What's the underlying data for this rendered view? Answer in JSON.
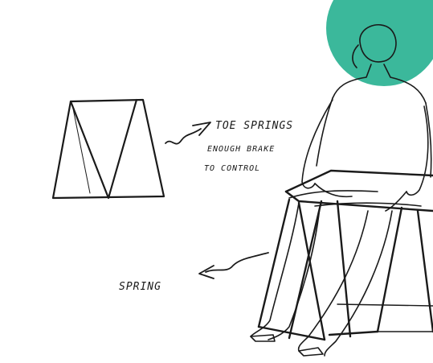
{
  "accent_color": "#3bb89b",
  "annotations": {
    "toe_springs_line1": "TOE SPRINGS",
    "toe_springs_line2": "ENOUGH BRAKE",
    "toe_springs_line3": "TO CONTROL",
    "spring": "SPRING"
  }
}
